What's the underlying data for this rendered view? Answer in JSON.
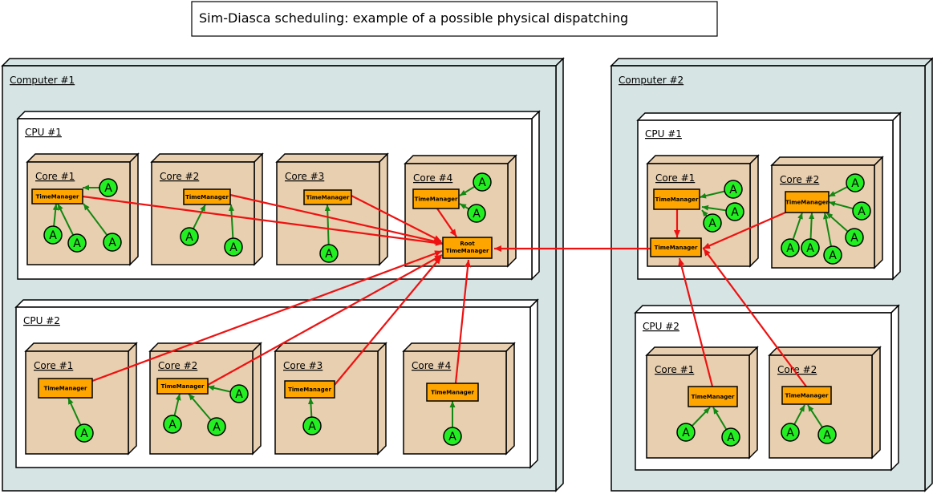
{
  "title": "Sim-Diasca scheduling: example of a possible physical dispatching",
  "agent_label": "A",
  "time_manager_label": "TimeManager",
  "root_time_manager_label": [
    "Root",
    "TimeManager"
  ],
  "colors": {
    "computer_fill": "#d6e4e4",
    "cpu_fill": "#ffffff",
    "core_fill": "#e8cfb0",
    "time_manager_fill": "#ffa500",
    "agent_fill": "#22ee22",
    "agent_arrow": "#118811",
    "tm_arrow": "#ee1111"
  },
  "computers": [
    {
      "label": "Computer #1",
      "cpus": [
        {
          "label": "CPU #1",
          "cores": [
            "Core #1",
            "Core #2",
            "Core #3",
            "Core #4"
          ]
        },
        {
          "label": "CPU #2",
          "cores": [
            "Core #1",
            "Core #2",
            "Core #3",
            "Core #4"
          ]
        }
      ]
    },
    {
      "label": "Computer #2",
      "cpus": [
        {
          "label": "CPU #1",
          "cores": [
            "Core #1",
            "Core #2"
          ]
        },
        {
          "label": "CPU #2",
          "cores": [
            "Core #1",
            "Core #2"
          ]
        }
      ]
    }
  ]
}
